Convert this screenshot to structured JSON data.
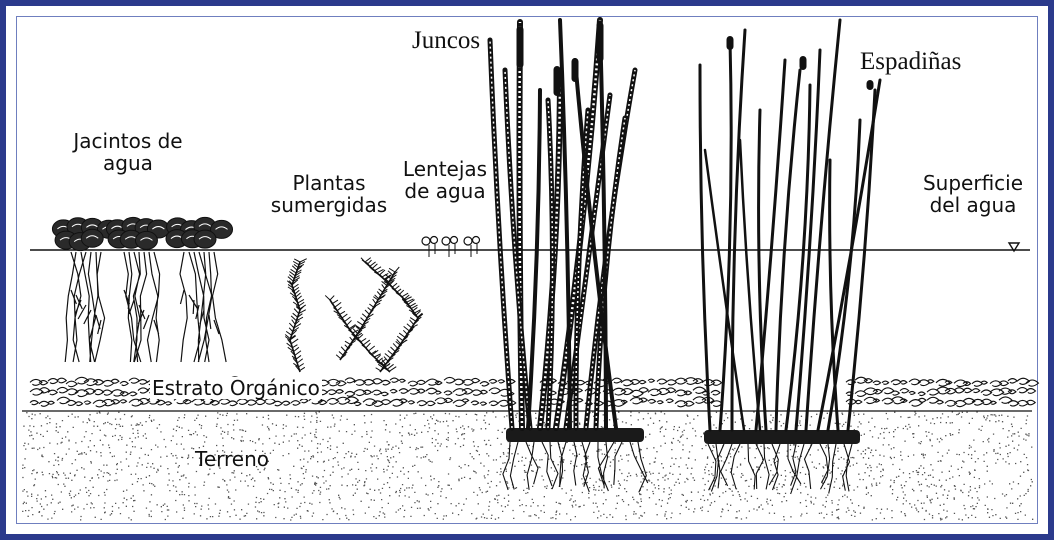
{
  "labels": {
    "juncos": "Juncos",
    "espadinas": "Espadiñas",
    "jacintos_line1": "Jacintos de",
    "jacintos_line2": "agua",
    "plantas_line1": "Plantas",
    "plantas_line2": "sumergidas",
    "lentejas_line1": "Lentejas",
    "lentejas_line2": "de agua",
    "superficie_line1": "Superficie",
    "superficie_line2": "del agua",
    "estrato": "Estrato Orgánico",
    "terreno": "Terreno"
  },
  "colors": {
    "frame": "#2b3a8c",
    "ink": "#111111",
    "soil_dots": "#555555"
  },
  "icons": [
    "water-hyacinth-icon",
    "submerged-plant-icon",
    "duckweed-icon",
    "reed-icon",
    "cattail-icon",
    "water-level-marker-icon"
  ]
}
